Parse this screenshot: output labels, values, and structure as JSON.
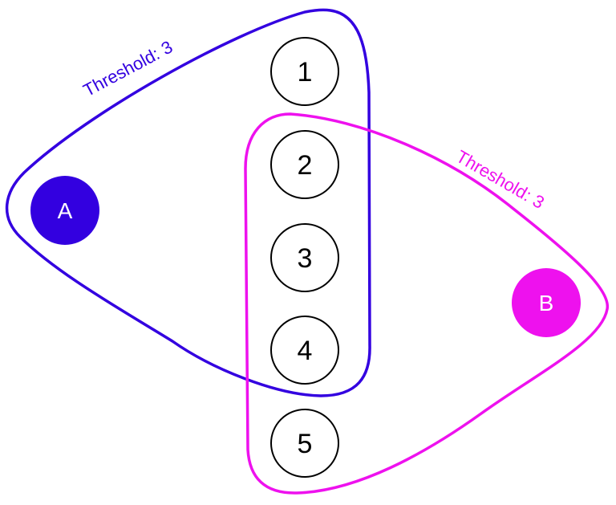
{
  "diagram": {
    "groups": [
      {
        "id": "A",
        "label": "A",
        "threshold_label": "Threshold: 3",
        "color": "#3300e0",
        "members": [
          "1",
          "2",
          "3",
          "4"
        ]
      },
      {
        "id": "B",
        "label": "B",
        "threshold_label": "Threshold: 3",
        "color": "#ee11ee",
        "members": [
          "2",
          "3",
          "4",
          "5"
        ]
      }
    ],
    "nodes": [
      {
        "label": "1"
      },
      {
        "label": "2"
      },
      {
        "label": "3"
      },
      {
        "label": "4"
      },
      {
        "label": "5"
      }
    ],
    "colors": {
      "node_stroke": "#000000",
      "node_fill": "#ffffff"
    }
  }
}
